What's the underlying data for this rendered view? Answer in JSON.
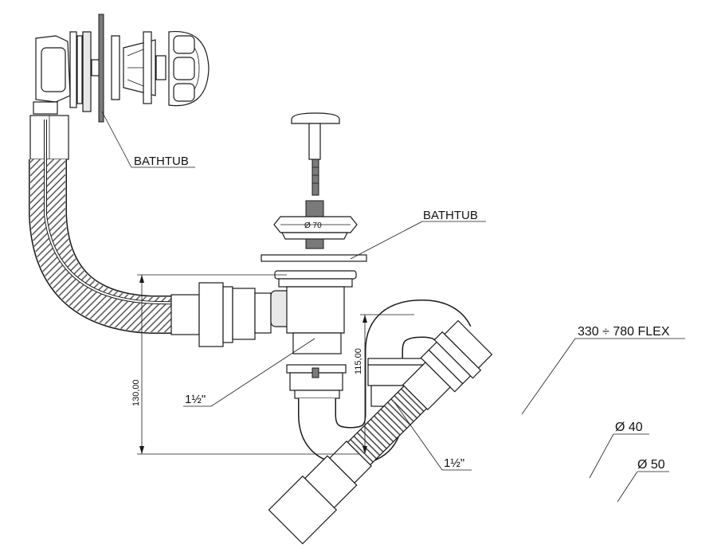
{
  "labels": {
    "bathtub_top": "BATHTUB",
    "bathtub_mid": "BATHTUB",
    "plug_diameter": "Ø 70",
    "flex_length": "330 ÷ 780 FLEX",
    "diameter_40": "Ø 40",
    "diameter_50": "Ø 50",
    "thread_left": "1½\"",
    "thread_right": "1½\"",
    "height_130": "130,00",
    "height_115": "115,00"
  }
}
